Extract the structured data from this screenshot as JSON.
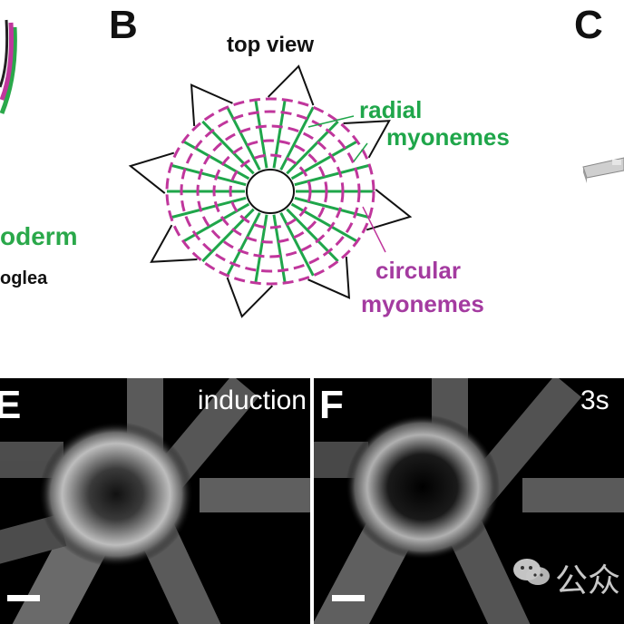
{
  "panels": {
    "A": {
      "labels": {
        "ectoderm_fragment": "oderm",
        "mesoglea_fragment": "oglea"
      }
    },
    "B": {
      "letter": "B",
      "title": "top view",
      "radial_label_line1": "radial",
      "radial_label_line2": "myonemes",
      "circular_label_line1": "circular",
      "circular_label_line2": "myonemes"
    },
    "C": {
      "letter": "C"
    },
    "E": {
      "letter": "E",
      "caption": "induction"
    },
    "F": {
      "letter": "F",
      "caption": "3s"
    }
  },
  "watermark": {
    "text": "公众"
  },
  "colors": {
    "radial": "#1fa64a",
    "circular": "#c0369c",
    "ectoderm_green": "#2aa84a",
    "outline": "#111111"
  }
}
